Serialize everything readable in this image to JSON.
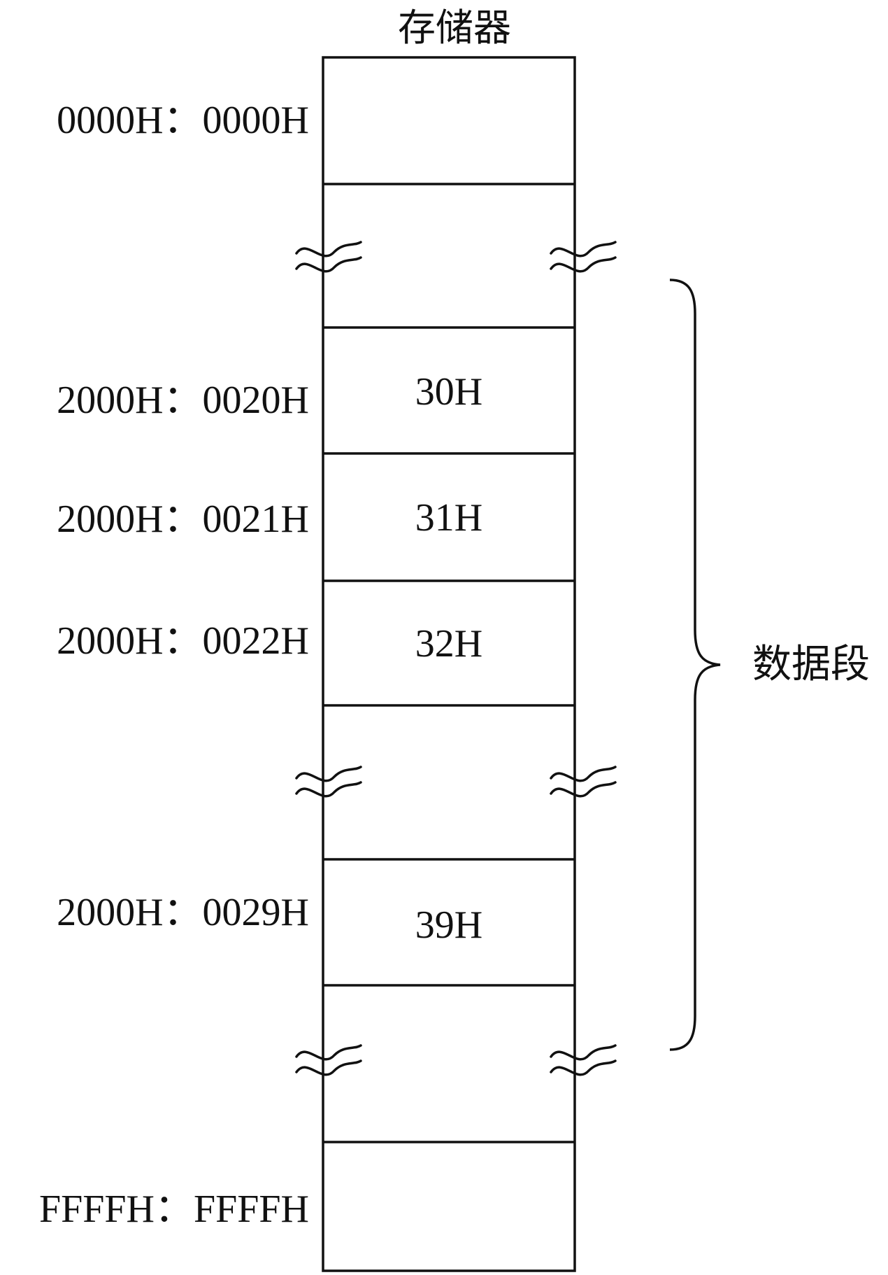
{
  "diagram": {
    "title": "存储器",
    "segment_label": "数据段",
    "addresses": {
      "first": "0000H：0000H",
      "addr_0020": "2000H：0020H",
      "addr_0021": "2000H：0021H",
      "addr_0022": "2000H：0022H",
      "addr_0029": "2000H：0029H",
      "last": "FFFFH：FFFFH"
    },
    "cells": {
      "cell_0020": "30H",
      "cell_0021": "31H",
      "cell_0022": "32H",
      "cell_0029": "39H"
    }
  }
}
